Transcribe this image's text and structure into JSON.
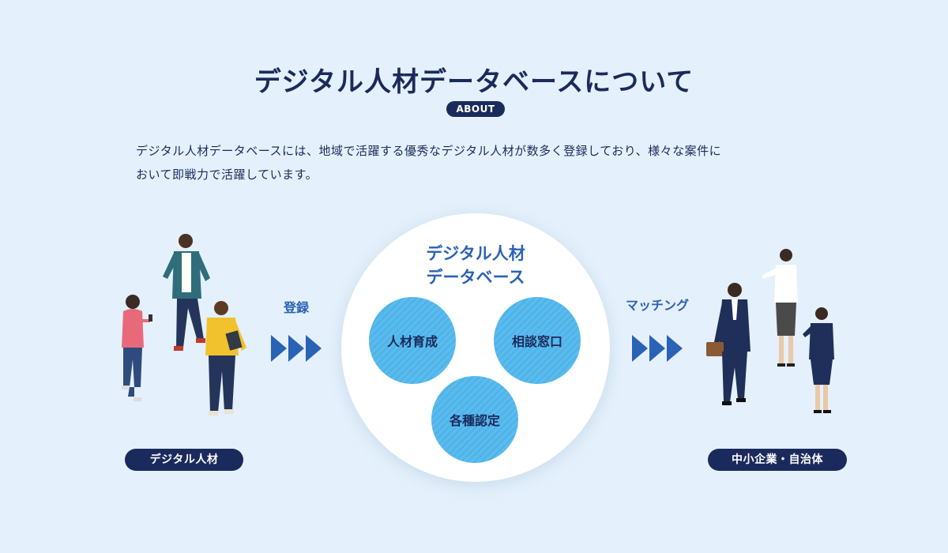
{
  "title": "デジタル人材データベースについて",
  "about_badge": "ABOUT",
  "description_line1": "デジタル人材データベースには、地域で活躍する優秀なデジタル人材が数多く登録しており、様々な案件に",
  "description_line2": "おいて即戦力で活躍しています。",
  "left_label": "デジタル人材",
  "right_label": "中小企業・自治体",
  "register_label": "登録",
  "matching_label": "マッチング",
  "database": {
    "title_line1": "デジタル人材",
    "title_line2": "データベース",
    "items": [
      "人材育成",
      "相談窓口",
      "各種認定"
    ]
  },
  "colors": {
    "background": "#e4f0fb",
    "navy": "#1b2a5c",
    "accent_blue": "#2a62b5",
    "circle_blue": "#4fb4ea"
  }
}
